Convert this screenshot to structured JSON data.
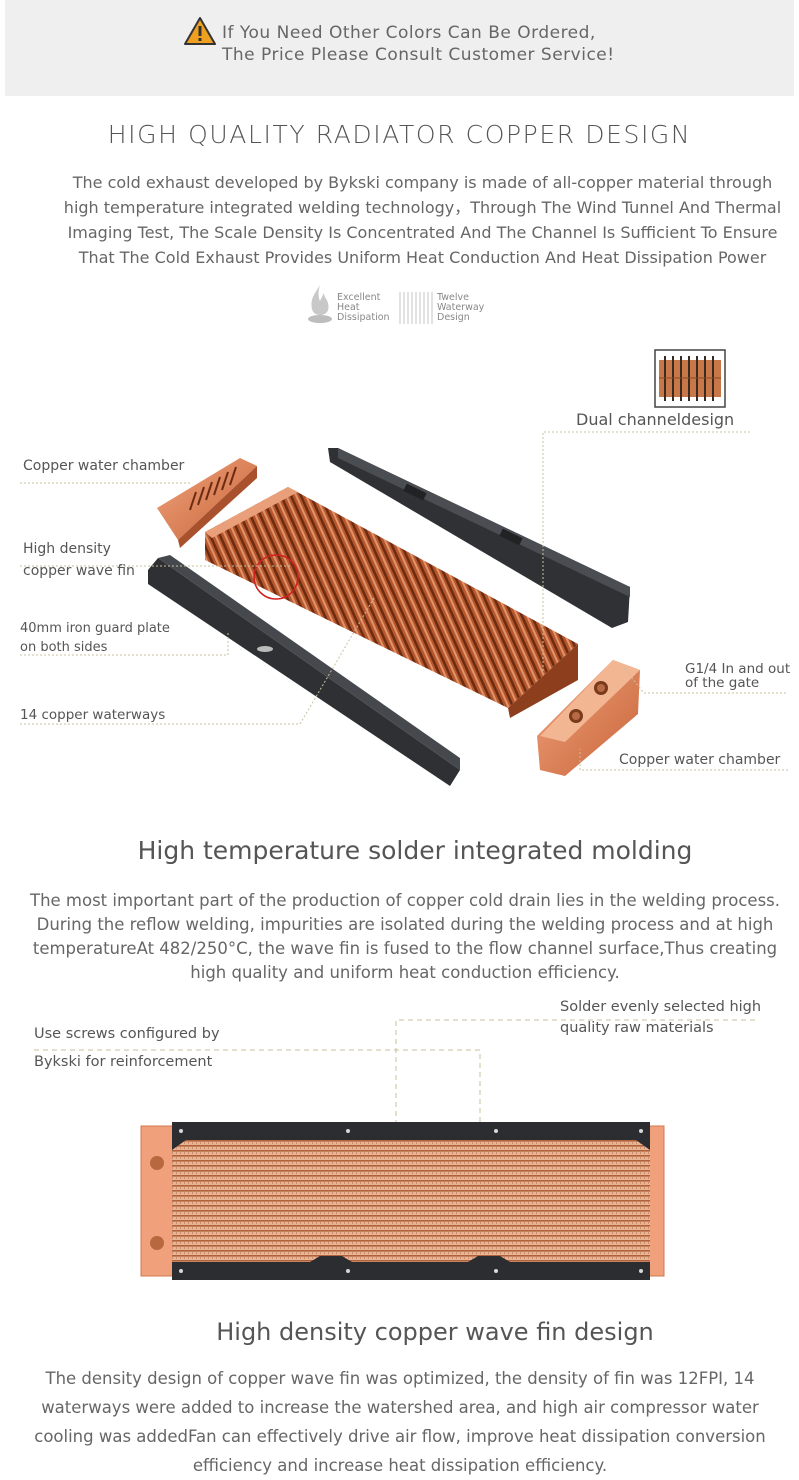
{
  "banner": {
    "line1": "If You Need Other Colors Can Be Ordered,",
    "line2": "The Price Please Consult Customer Service!"
  },
  "section1": {
    "title": "HIGH QUALITY RADIATOR COPPER DESIGN",
    "paragraph": "The cold exhaust developed by Bykski company is made of all-copper material through high temperature integrated welding technology，Through The Wind Tunnel And Thermal Imaging Test, The Scale Density Is Concentrated And The Channel Is Sufficient To Ensure That The Cold Exhaust Provides Uniform Heat Conduction And Heat Dissipation Power",
    "features": [
      {
        "icon": "flame-icon",
        "lines": [
          "Excellent",
          "Heat",
          "Dissipation"
        ]
      },
      {
        "icon": "fin-pattern-icon",
        "lines": [
          "Twelve",
          "Waterway",
          "Design"
        ]
      }
    ]
  },
  "diagram": {
    "labels": {
      "dual_channel": "Dual channeldesign",
      "chamber_top": "Copper water chamber",
      "fin_1": "High density",
      "fin_2": "copper wave fin",
      "guard_1": "40mm iron guard plate",
      "guard_2": "on both sides",
      "waterways": "14 copper waterways",
      "gate_1": "G1/4 In and out",
      "gate_2": "of the gate",
      "chamber_bottom": "Copper water chamber"
    }
  },
  "section2": {
    "title": "High temperature solder integrated molding",
    "paragraph": "The most important part of the production of copper cold drain lies in the welding process. During the reflow welding, impurities are isolated during the welding process and at high temperatureAt 482/250°C, the wave fin is fused to the flow channel surface,Thus creating high quality and uniform heat conduction efficiency.",
    "label_screws_1": "Use screws configured by",
    "label_screws_2": "Bykski for reinforcement",
    "label_solder_1": "Solder evenly selected high",
    "label_solder_2": "quality raw materials"
  },
  "section3": {
    "title": "High density copper wave fin design",
    "paragraph": "The density design of copper wave fin was optimized, the density of fin was 12FPI, 14 waterways were added to increase the watershed area, and high air compressor water cooling was addedFan can effectively drive air flow, improve heat dissipation conversion efficiency and increase heat dissipation efficiency."
  },
  "colors": {
    "copper": "#d9825a",
    "copper_dark": "#9a4a28",
    "steel": "#2f3134",
    "banner_bg": "#efefef",
    "warning": "#f0a020",
    "guide_line": "#c8c0a0"
  }
}
